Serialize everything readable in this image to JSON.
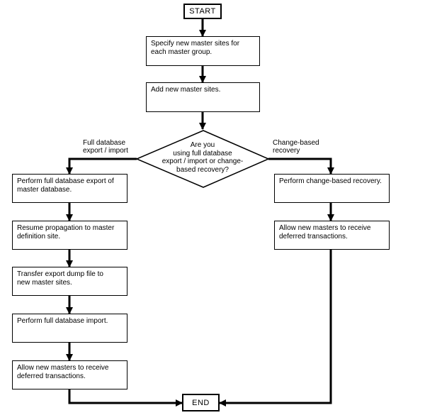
{
  "canvas": {
    "background_color": "#ffffff",
    "line_color": "#000000"
  },
  "nodes": {
    "start": {
      "label": "START"
    },
    "specify_sites": {
      "label": "Specify new master sites for\neach master group."
    },
    "add_sites": {
      "label": "Add new master sites."
    },
    "decision": {
      "label": "Are you\nusing full database\nexport / import or change-\nbased recovery?"
    },
    "export_master": {
      "label": "Perform full database export of\nmaster database."
    },
    "resume_propagation": {
      "label": "Resume propagation to master\ndefinition site."
    },
    "transfer_dump": {
      "label": "Transfer export dump file to\nnew master sites."
    },
    "full_import": {
      "label": "Perform full database import."
    },
    "allow_deferred_left": {
      "label": "Allow new masters to receive\ndeferred transactions."
    },
    "perform_recovery": {
      "label": "Perform change-based recovery."
    },
    "allow_deferred_right": {
      "label": "Allow new masters to receive\ndeferred transactions."
    },
    "end": {
      "label": "END"
    }
  },
  "branch_labels": {
    "left": "Full database\nexport / import",
    "right": "Change-based\nrecovery"
  }
}
